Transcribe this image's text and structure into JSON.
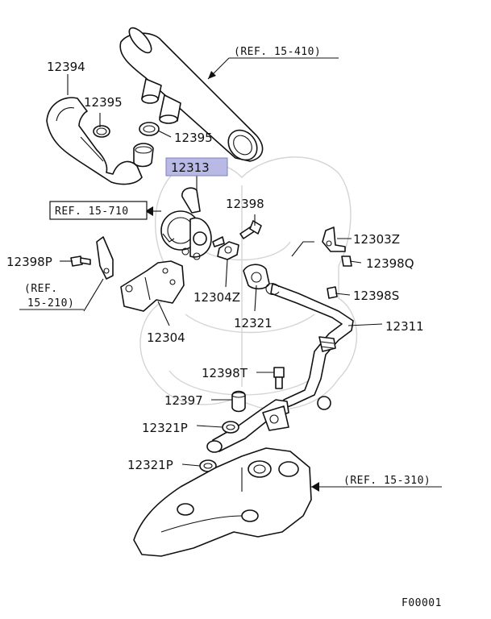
{
  "diagram": {
    "highlight_color": "#b9b9e6",
    "footer_code": "F00001",
    "references": {
      "r410": "(REF. 15-410)",
      "r710": "REF. 15-710",
      "r210_line1": "(REF.",
      "r210_line2": "15-210)",
      "r310": "(REF. 15-310)"
    },
    "labels": {
      "p12394": "12394",
      "p12395a": "12395",
      "p12395b": "12395",
      "p12313": "12313",
      "p12398": "12398",
      "p12303Z": "12303Z",
      "p12398P": "12398P",
      "p12398Q": "12398Q",
      "p12304Z": "12304Z",
      "p12398S": "12398S",
      "p12321": "12321",
      "p12311": "12311",
      "p12304": "12304",
      "p12398T": "12398T",
      "p12397": "12397",
      "p12321Pa": "12321P",
      "p12321Pb": "12321P"
    }
  }
}
